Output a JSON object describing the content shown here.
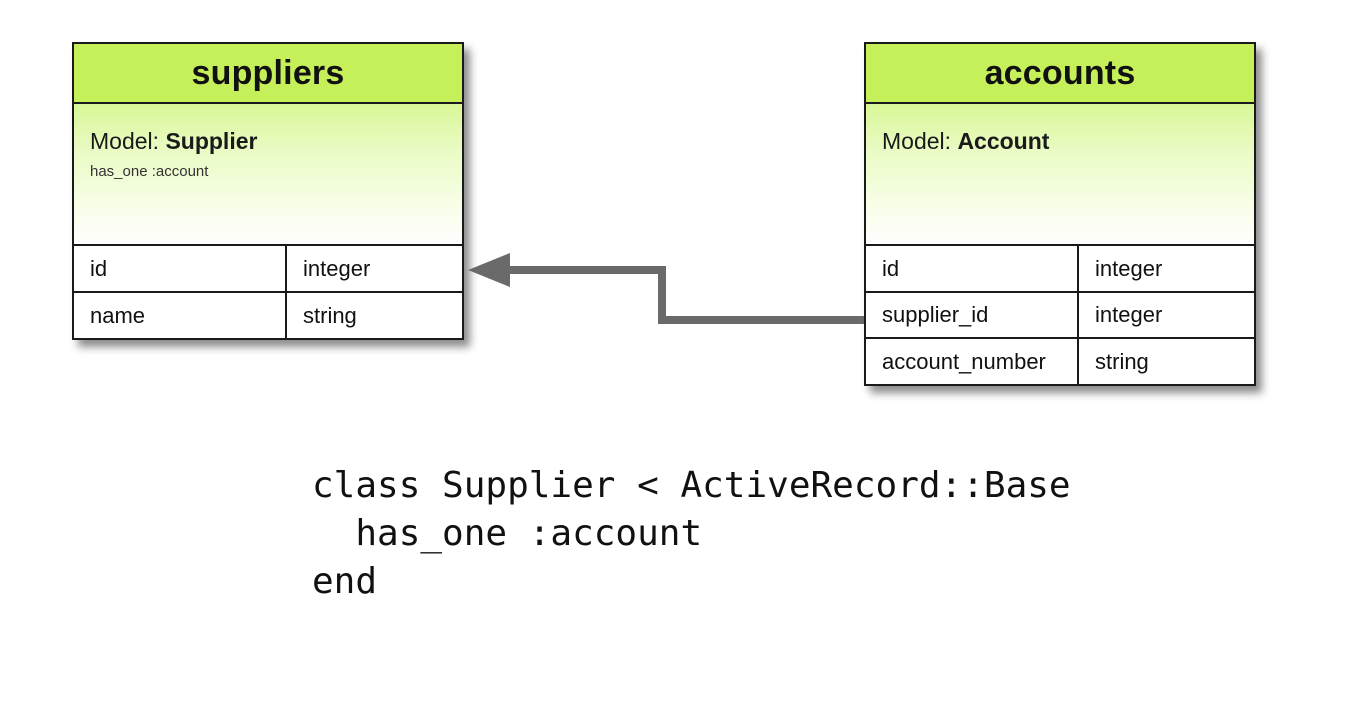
{
  "tables": {
    "suppliers": {
      "title": "suppliers",
      "model_prefix": "Model: ",
      "model_name": "Supplier",
      "association": "has_one :account",
      "fields": [
        {
          "name": "id",
          "type": "integer"
        },
        {
          "name": "name",
          "type": "string"
        }
      ]
    },
    "accounts": {
      "title": "accounts",
      "model_prefix": "Model: ",
      "model_name": "Account",
      "association": "",
      "fields": [
        {
          "name": "id",
          "type": "integer"
        },
        {
          "name": "supplier_id",
          "type": "integer"
        },
        {
          "name": "account_number",
          "type": "string"
        }
      ]
    }
  },
  "code": {
    "lines": [
      "class Supplier < ActiveRecord::Base",
      "  has_one :account",
      "end"
    ]
  },
  "colors": {
    "header": "#c6f05a",
    "arrow": "#6a6a6a",
    "border": "#1a1a1a"
  }
}
